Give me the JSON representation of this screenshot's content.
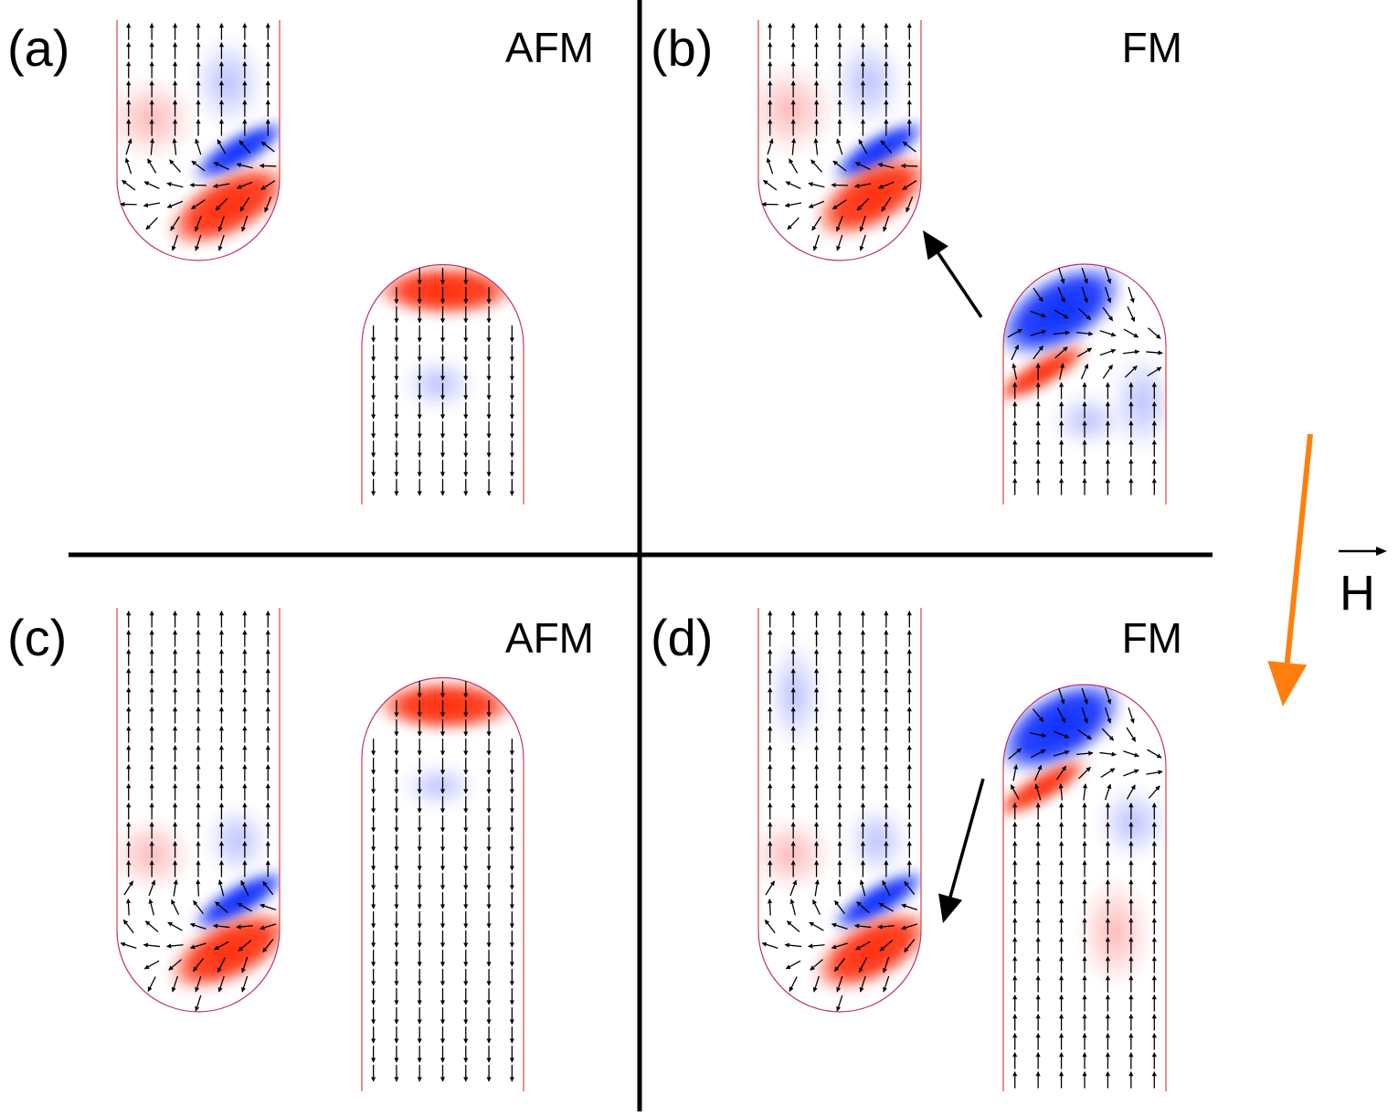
{
  "panels": [
    {
      "id": "a",
      "label": "(a)",
      "type": "AFM"
    },
    {
      "id": "b",
      "label": "(b)",
      "type": "FM"
    },
    {
      "id": "c",
      "label": "(c)",
      "type": "AFM"
    },
    {
      "id": "d",
      "label": "(d)",
      "type": "FM"
    }
  ],
  "field": {
    "label": "H"
  },
  "colors": {
    "up_magnetization": "#ff2200",
    "down_magnetization": "#0022ff",
    "field_arrow": "#ff7f0e",
    "arrow": "#000000"
  }
}
